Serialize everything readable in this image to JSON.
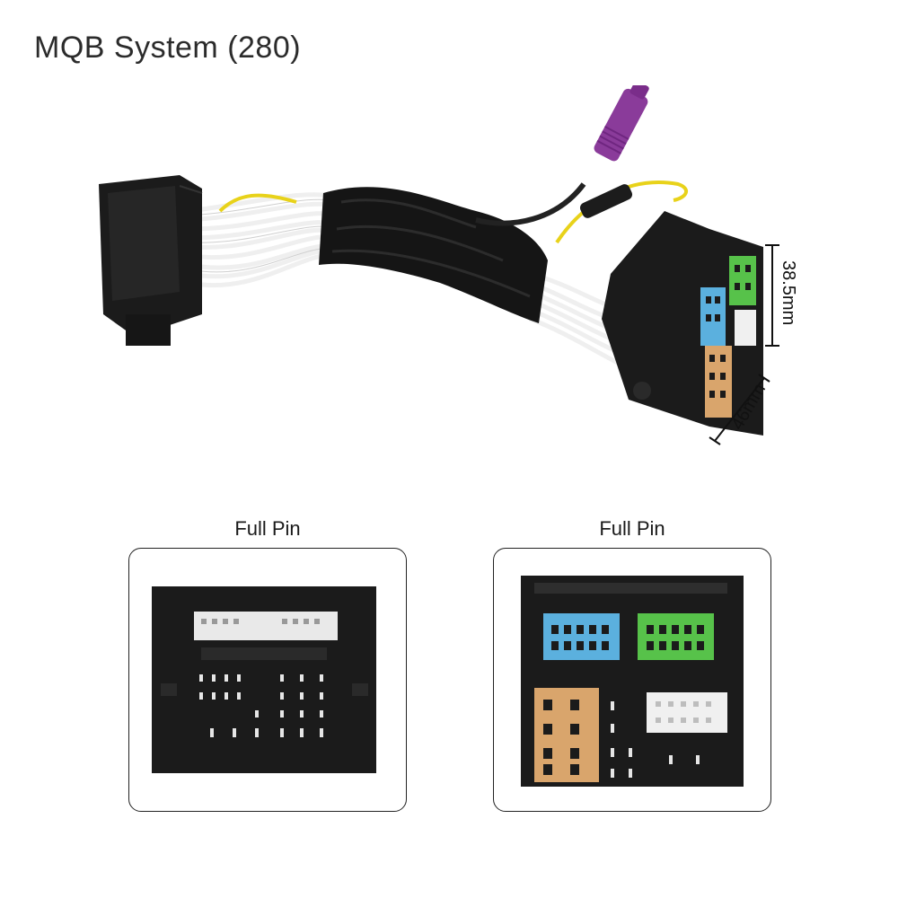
{
  "title": "MQB System (280)",
  "dimensions": {
    "height": "38.5mm",
    "width": "46mm"
  },
  "panels": [
    {
      "label": "Full Pin"
    },
    {
      "label": "Full Pin"
    }
  ],
  "colors": {
    "housing": "#1b1b1b",
    "wire": "#f2f2f2",
    "sleeve": "#151515",
    "yellow_wire": "#e8d21a",
    "purple_plug": "#8a3b9a",
    "blue_block": "#5bb0de",
    "green_block": "#57c24a",
    "tan_block": "#d9a56c",
    "white_block": "#f0f0f0"
  }
}
